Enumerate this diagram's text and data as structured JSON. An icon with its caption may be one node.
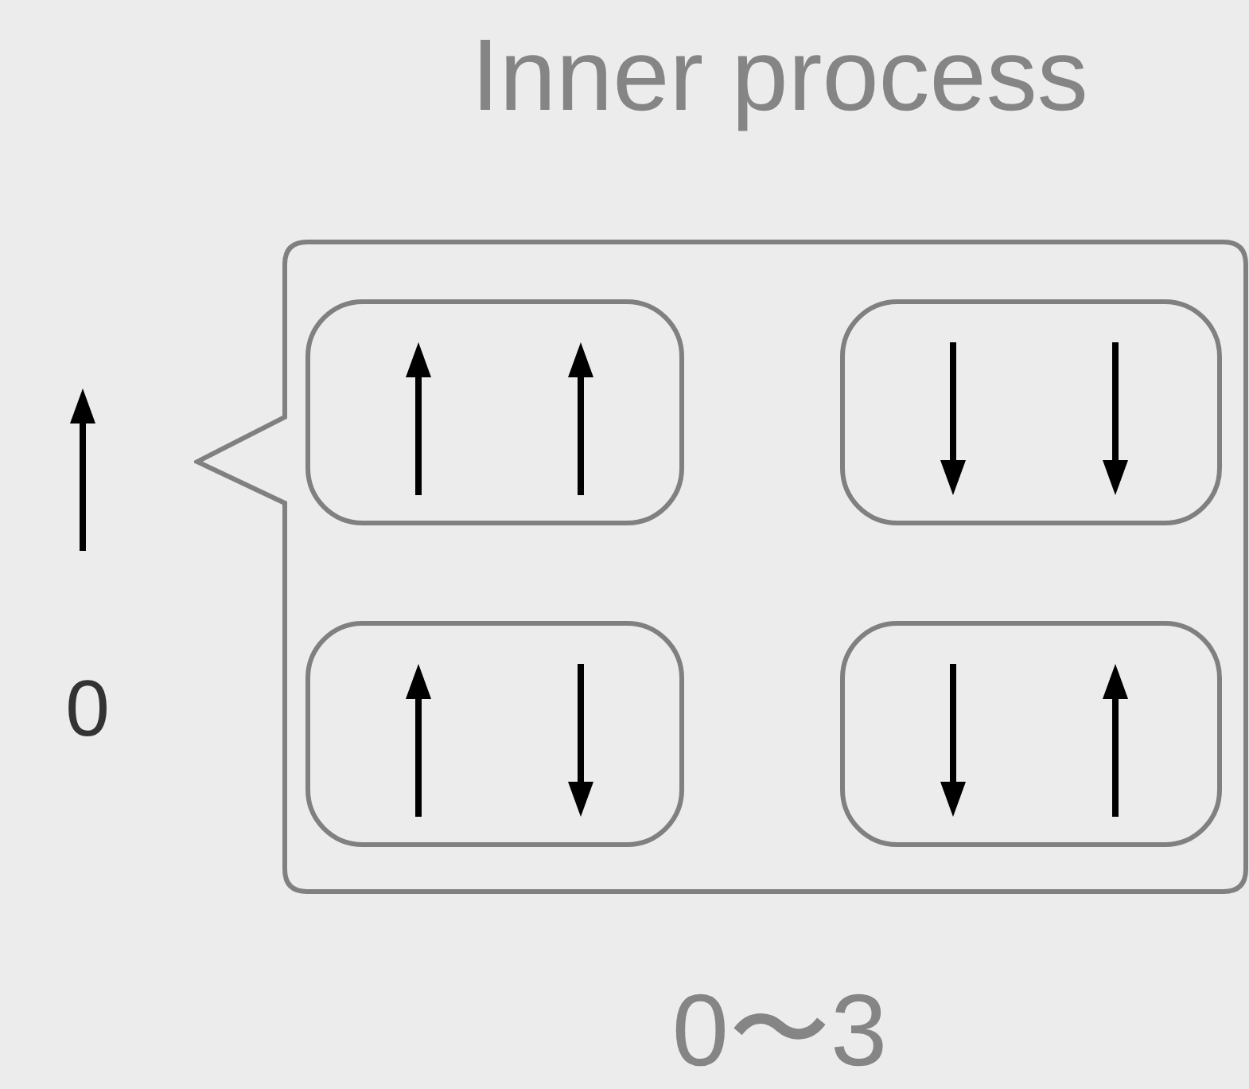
{
  "diagram": {
    "title": "Inner process",
    "nodes": [
      {
        "text": [],
        "shape": "callout"
      },
      {
        "text": [],
        "shape": "box",
        "in": 0
      },
      {
        "text": [],
        "shape": "box",
        "in": 0
      },
      {
        "text": [],
        "shape": "box",
        "in": 0
      },
      {
        "text": [],
        "shape": "box",
        "in": 0
      }
    ],
    "labels": [
      "0",
      "0〜3"
    ]
  }
}
